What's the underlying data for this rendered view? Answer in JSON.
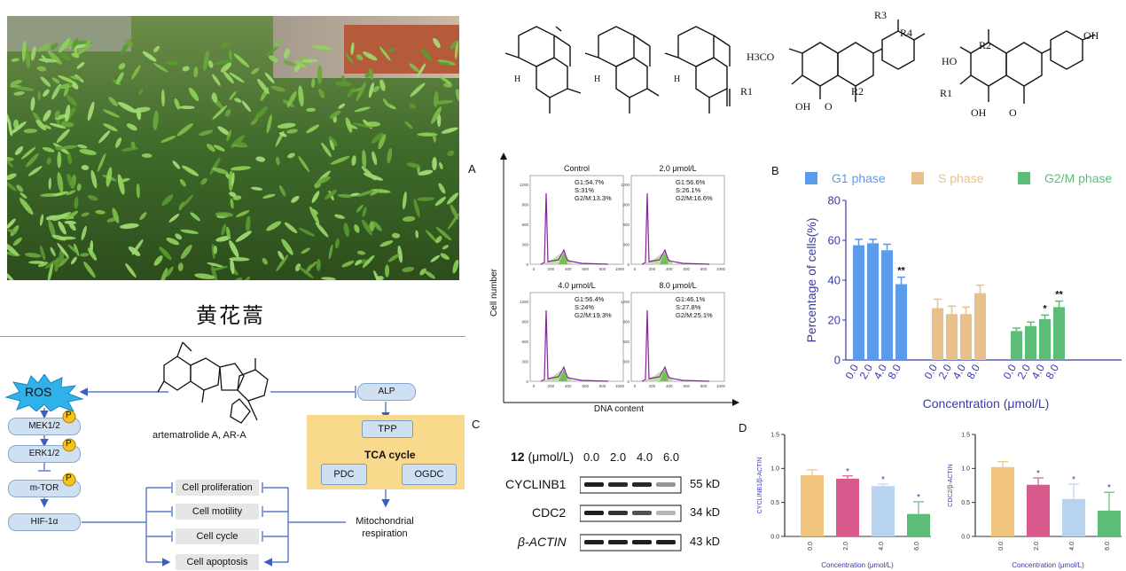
{
  "photo": {
    "alt_text": "Artemisia annua plant photograph",
    "caption": "黄花蒿"
  },
  "chemistry": {
    "substituents": {
      "r1": "R1",
      "r2": "R2",
      "r3": "R3",
      "r4": "R4"
    },
    "groups": {
      "h3co": "H3CO",
      "oh": "OH",
      "o": "O",
      "ho": "HO",
      "h": "H"
    }
  },
  "panel_labels": {
    "a": "A",
    "b": "B",
    "c": "C",
    "d": "D"
  },
  "pathway": {
    "compound_label": "artematrolide A, AR-A",
    "left_nodes": [
      "ROS",
      "MEK1/2",
      "ERK1/2",
      "m-TOR",
      "HIF-1α"
    ],
    "p_badge": "P",
    "alp": "ALP",
    "tpp": "TPP",
    "tca_title": "TCA cycle",
    "pdc": "PDC",
    "ogdc": "OGDC",
    "mito": [
      "Mitochondrial",
      "respiration"
    ],
    "effects": [
      "Cell proliferation",
      "Cell motility",
      "Cell cycle",
      "Cell apoptosis"
    ]
  },
  "flow_cytometry": {
    "ylabel": "Cell number",
    "xlabel": "DNA content",
    "panels": [
      {
        "title": "Control",
        "g1": "G1:54.7%",
        "s": "S:31%",
        "g2m": "G2/M:13.3%"
      },
      {
        "title": "2.0 μmol/L",
        "g1": "G1:56.6%",
        "s": "S:26.1%",
        "g2m": "G2/M:16.6%"
      },
      {
        "title": "4.0 μmol/L",
        "g1": "G1:56.4%",
        "s": "S:24%",
        "g2m": "G2/M:19.3%"
      },
      {
        "title": "8.0 μmol/L",
        "g1": "G1:46.1%",
        "s": "S:27.8%",
        "g2m": "G2/M:25.1%"
      }
    ],
    "yticks": [
      "0",
      "300",
      "600",
      "900",
      "1200"
    ],
    "xticks": [
      "0",
      "200",
      "400",
      "600",
      "800",
      "1000"
    ]
  },
  "western": {
    "header_bold": "12",
    "header_unit": "(μmol/L)",
    "doses": [
      "0.0",
      "2.0",
      "4.0",
      "6.0"
    ],
    "rows": [
      {
        "name": "CYCLINB1",
        "kd": "55 kD"
      },
      {
        "name": "CDC2",
        "kd": "34 kD"
      },
      {
        "name": "β-ACTIN",
        "kd": "43 kD"
      }
    ],
    "band_intensity": [
      [
        1.0,
        0.95,
        0.95,
        0.4
      ],
      [
        1.0,
        0.9,
        0.75,
        0.25
      ],
      [
        1.0,
        1.0,
        1.0,
        1.0
      ]
    ]
  },
  "chart_data": [
    {
      "type": "bar",
      "panel": "B",
      "legend_position": "top",
      "categories": [
        "0.0",
        "2.0",
        "4.0",
        "8.0"
      ],
      "series": [
        {
          "name": "G1 phase",
          "color": "#5b9bec",
          "values": [
            57.5,
            58.5,
            55,
            38
          ],
          "errors": [
            3,
            2,
            3,
            3.5
          ],
          "stars": [
            "",
            "",
            "",
            "**"
          ]
        },
        {
          "name": "S phase",
          "color": "#e8c08a",
          "values": [
            26,
            23,
            23,
            33.5
          ],
          "errors": [
            4.5,
            4,
            3.5,
            4
          ],
          "stars": [
            "",
            "",
            "",
            ""
          ]
        },
        {
          "name": "G2/M phase",
          "color": "#5dbd78",
          "values": [
            14.5,
            17,
            20.5,
            26.5
          ],
          "errors": [
            1.5,
            2,
            2,
            3
          ],
          "stars": [
            "",
            "",
            "*",
            "**"
          ]
        }
      ],
      "ylabel": "Percentage of cells(%)",
      "xlabel": "Concentration (μmol/L)",
      "ylim": [
        0,
        80
      ],
      "yticks": [
        "0",
        "20",
        "40",
        "60",
        "80"
      ]
    },
    {
      "type": "bar",
      "panel": "D-left",
      "categories": [
        "0.0",
        "2.0",
        "4.0",
        "6.0"
      ],
      "values": [
        0.9,
        0.85,
        0.74,
        0.33
      ],
      "errors": [
        0.08,
        0.04,
        0.03,
        0.18
      ],
      "stars": [
        "",
        "*",
        "*",
        "*"
      ],
      "colors": [
        "#f0c37e",
        "#d85a8c",
        "#b8d3f0",
        "#5dbd78"
      ],
      "ylabel": "CYCLINB1/β-ACTIN",
      "xlabel": "Concentration (μmol/L)",
      "ylim": [
        0,
        1.5
      ],
      "yticks": [
        "0.0",
        "0.5",
        "1.0",
        "1.5"
      ]
    },
    {
      "type": "bar",
      "panel": "D-right",
      "categories": [
        "0.0",
        "2.0",
        "4.0",
        "6.0"
      ],
      "values": [
        1.02,
        0.76,
        0.55,
        0.38
      ],
      "errors": [
        0.08,
        0.1,
        0.22,
        0.27
      ],
      "stars": [
        "",
        "*",
        "*",
        "*"
      ],
      "colors": [
        "#f0c37e",
        "#d85a8c",
        "#b8d3f0",
        "#5dbd78"
      ],
      "ylabel": "CDC2/β-ACTIN",
      "xlabel": "Concentration (μmol/L)",
      "ylim": [
        0,
        1.5
      ],
      "yticks": [
        "0.0",
        "0.5",
        "1.0",
        "1.5"
      ]
    }
  ]
}
